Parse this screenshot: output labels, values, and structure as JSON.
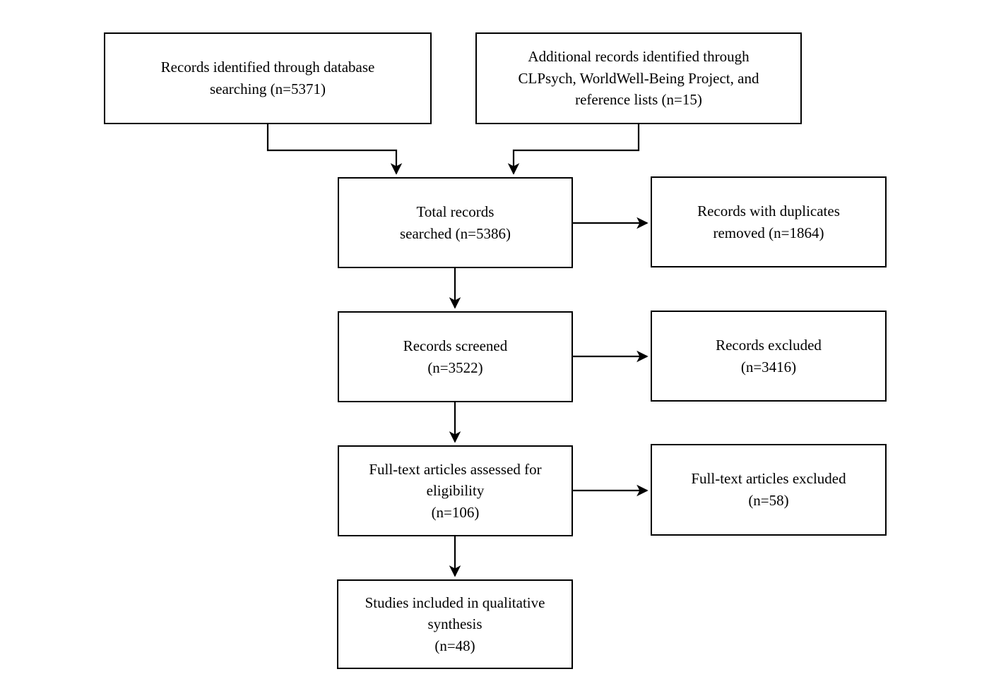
{
  "diagram": {
    "type": "flowchart",
    "nodes": {
      "records_identified": {
        "text": "Records identified through database\nsearching (n=5371)",
        "n": 5371
      },
      "additional_records": {
        "text": "Additional records identified through\nCLPsych, WorldWell-Being Project, and\nreference lists (n=15)",
        "n": 15
      },
      "total_records": {
        "text": "Total records\nsearched (n=5386)",
        "n": 5386
      },
      "duplicates_removed": {
        "text": "Records with duplicates\nremoved (n=1864)",
        "n": 1864
      },
      "records_screened": {
        "text": "Records screened\n(n=3522)",
        "n": 3522
      },
      "records_excluded": {
        "text": "Records excluded\n(n=3416)",
        "n": 3416
      },
      "fulltext_assessed": {
        "text": "Full-text articles assessed for\neligibility\n(n=106)",
        "n": 106
      },
      "fulltext_excluded": {
        "text": "Full-text articles excluded\n(n=58)",
        "n": 58
      },
      "studies_included": {
        "text": "Studies included in qualitative\nsynthesis\n(n=48)",
        "n": 48
      }
    },
    "edges": [
      {
        "from": "records_identified",
        "to": "total_records"
      },
      {
        "from": "additional_records",
        "to": "total_records"
      },
      {
        "from": "total_records",
        "to": "duplicates_removed"
      },
      {
        "from": "total_records",
        "to": "records_screened"
      },
      {
        "from": "records_screened",
        "to": "records_excluded"
      },
      {
        "from": "records_screened",
        "to": "fulltext_assessed"
      },
      {
        "from": "fulltext_assessed",
        "to": "fulltext_excluded"
      },
      {
        "from": "fulltext_assessed",
        "to": "studies_included"
      }
    ],
    "colors": {
      "line": "#000000",
      "box_border": "#000000",
      "box_fill": "#ffffff",
      "text": "#000000",
      "background": "#ffffff"
    }
  }
}
